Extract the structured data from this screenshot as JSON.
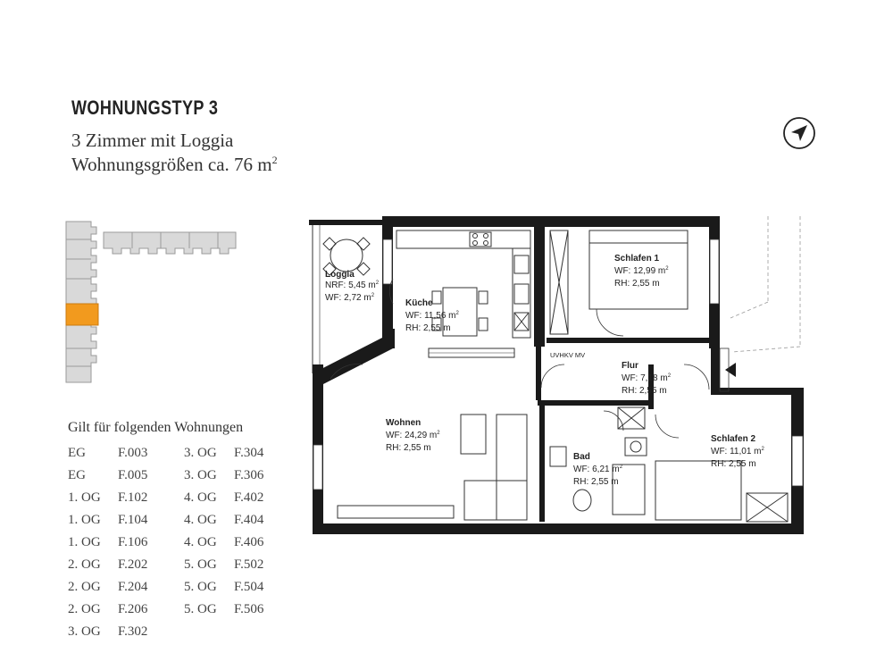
{
  "header": {
    "title": "WOHNUNGSTYP 3",
    "rooms_line": "3 Zimmer mit Loggia",
    "size_line": "Wohnungsgrößen ca. 76 m",
    "size_sup": "2"
  },
  "compass": {
    "icon": "north-arrow-icon"
  },
  "apartments": {
    "heading": "Gilt für folgenden Wohnungen",
    "col1": [
      {
        "floor": "EG",
        "unit": "F.003"
      },
      {
        "floor": "EG",
        "unit": "F.005"
      },
      {
        "floor": "1. OG",
        "unit": "F.102"
      },
      {
        "floor": "1. OG",
        "unit": "F.104"
      },
      {
        "floor": "1. OG",
        "unit": "F.106"
      },
      {
        "floor": "2. OG",
        "unit": "F.202"
      },
      {
        "floor": "2. OG",
        "unit": "F.204"
      },
      {
        "floor": "2. OG",
        "unit": "F.206"
      },
      {
        "floor": "3. OG",
        "unit": "F.302"
      }
    ],
    "col2": [
      {
        "floor": "3. OG",
        "unit": "F.304"
      },
      {
        "floor": "3. OG",
        "unit": "F.306"
      },
      {
        "floor": "4. OG",
        "unit": "F.402"
      },
      {
        "floor": "4. OG",
        "unit": "F.404"
      },
      {
        "floor": "4. OG",
        "unit": "F.406"
      },
      {
        "floor": "5. OG",
        "unit": "F.502"
      },
      {
        "floor": "5. OG",
        "unit": "F.504"
      },
      {
        "floor": "5. OG",
        "unit": "F.506"
      }
    ]
  },
  "rooms": {
    "loggia": {
      "name": "Loggia",
      "l1": "NRF: 5,45 m",
      "l2": "WF: 2,72 m"
    },
    "kueche": {
      "name": "Küche",
      "l1": "WF: 11,56 m",
      "l2": "RH: 2,55 m"
    },
    "schlafen1": {
      "name": "Schlafen 1",
      "l1": "WF: 12,99 m",
      "l2": "RH: 2,55 m"
    },
    "flur": {
      "name": "Flur",
      "l1": "WF: 7,18 m",
      "l2": "RH: 2,55 m"
    },
    "wohnen": {
      "name": "Wohnen",
      "l1": "WF: 24,29 m",
      "l2": "RH: 2,55 m"
    },
    "bad": {
      "name": "Bad",
      "l1": "WF: 6,21 m",
      "l2": "RH: 2,55 m"
    },
    "schlafen2": {
      "name": "Schlafen 2",
      "l1": "WF: 11,01 m",
      "l2": "RH: 2,55 m"
    }
  },
  "shaft_label": "UVHKV MV",
  "sup2": "2",
  "colors": {
    "highlight": "#f29a1e",
    "wall": "#1a1a1a",
    "site_gray": "#d8d8d8"
  }
}
